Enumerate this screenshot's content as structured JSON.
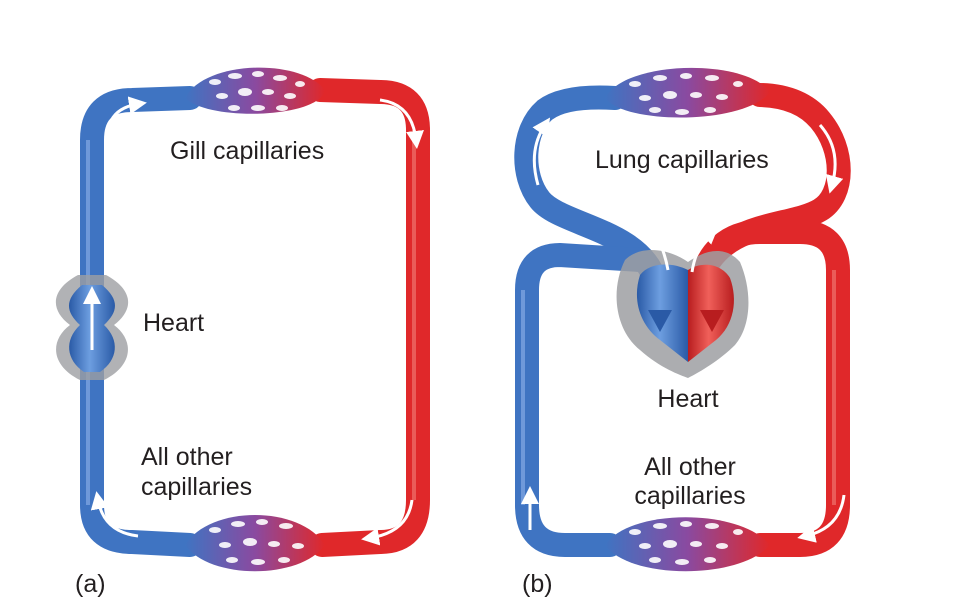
{
  "panels": {
    "a": {
      "tag": "(a)",
      "top_capillaries": "Gill capillaries",
      "heart": "Heart",
      "bottom_capillaries_line1": "All other",
      "bottom_capillaries_line2": "capillaries"
    },
    "b": {
      "tag": "(b)",
      "top_capillaries": "Lung capillaries",
      "heart": "Heart",
      "bottom_capillaries_line1": "All other",
      "bottom_capillaries_line2": "capillaries"
    }
  },
  "colors": {
    "oxygen_poor": "#3f74c2",
    "oxygen_rich": "#e0282a",
    "capillary_mix": "#8a4aa0",
    "heart_shadow": "#9d9fa2",
    "arrow": "#ffffff",
    "text": "#231f20"
  }
}
